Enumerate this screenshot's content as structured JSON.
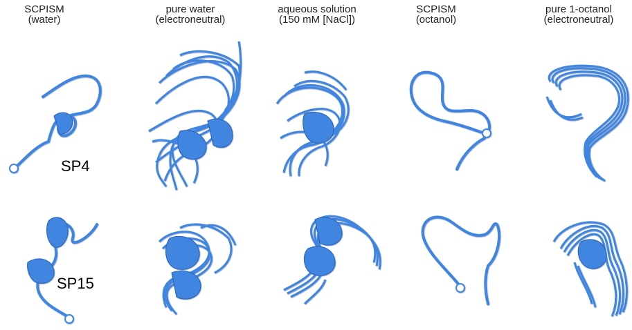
{
  "columns": [
    {
      "line1": "SCPISM",
      "line2": "(water)"
    },
    {
      "line1": "pure water",
      "line2": "(electroneutral)"
    },
    {
      "line1": "aqueous solution",
      "line2": "(150 mM [NaCl])"
    },
    {
      "line1": "SCPISM",
      "line2": "(octanol)"
    },
    {
      "line1": "pure 1-octanol",
      "line2": "(electroneutral)"
    }
  ],
  "rows": [
    {
      "label": "SP4"
    },
    {
      "label": "SP15"
    }
  ],
  "colors": {
    "ribbon": "#3f85e0",
    "ribbon_dark": "#2a62b5",
    "ribbon_light": "#7fb0ef"
  }
}
